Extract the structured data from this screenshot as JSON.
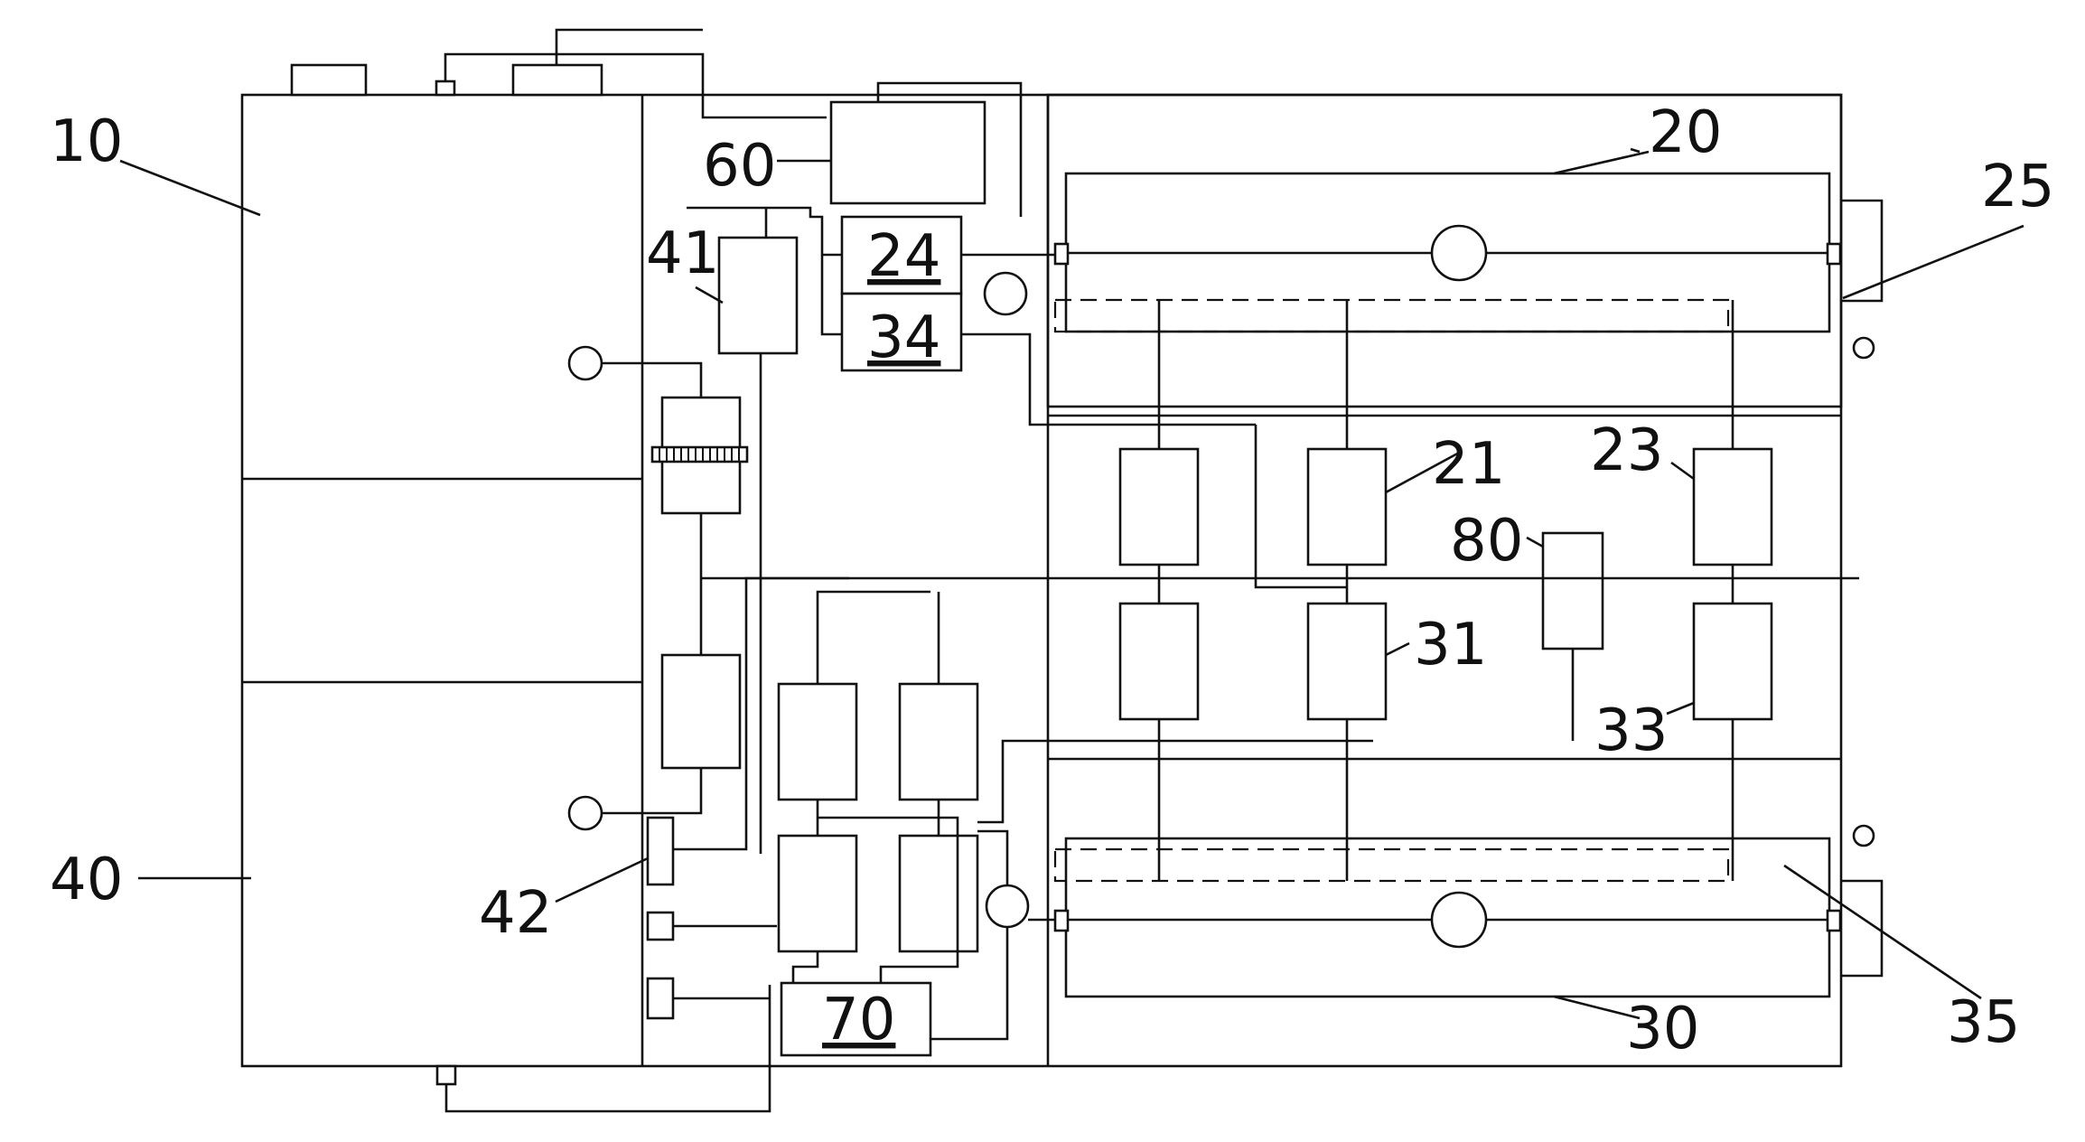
{
  "diagram": {
    "labels": {
      "l10": "10",
      "l20": "20",
      "l21": "21",
      "l23": "23",
      "l24": "24",
      "l25": "25",
      "l30": "30",
      "l31": "31",
      "l33": "33",
      "l34": "34",
      "l35": "35",
      "l40": "40",
      "l41": "41",
      "l42": "42",
      "l60": "60",
      "l70": "70",
      "l80": "80"
    }
  }
}
